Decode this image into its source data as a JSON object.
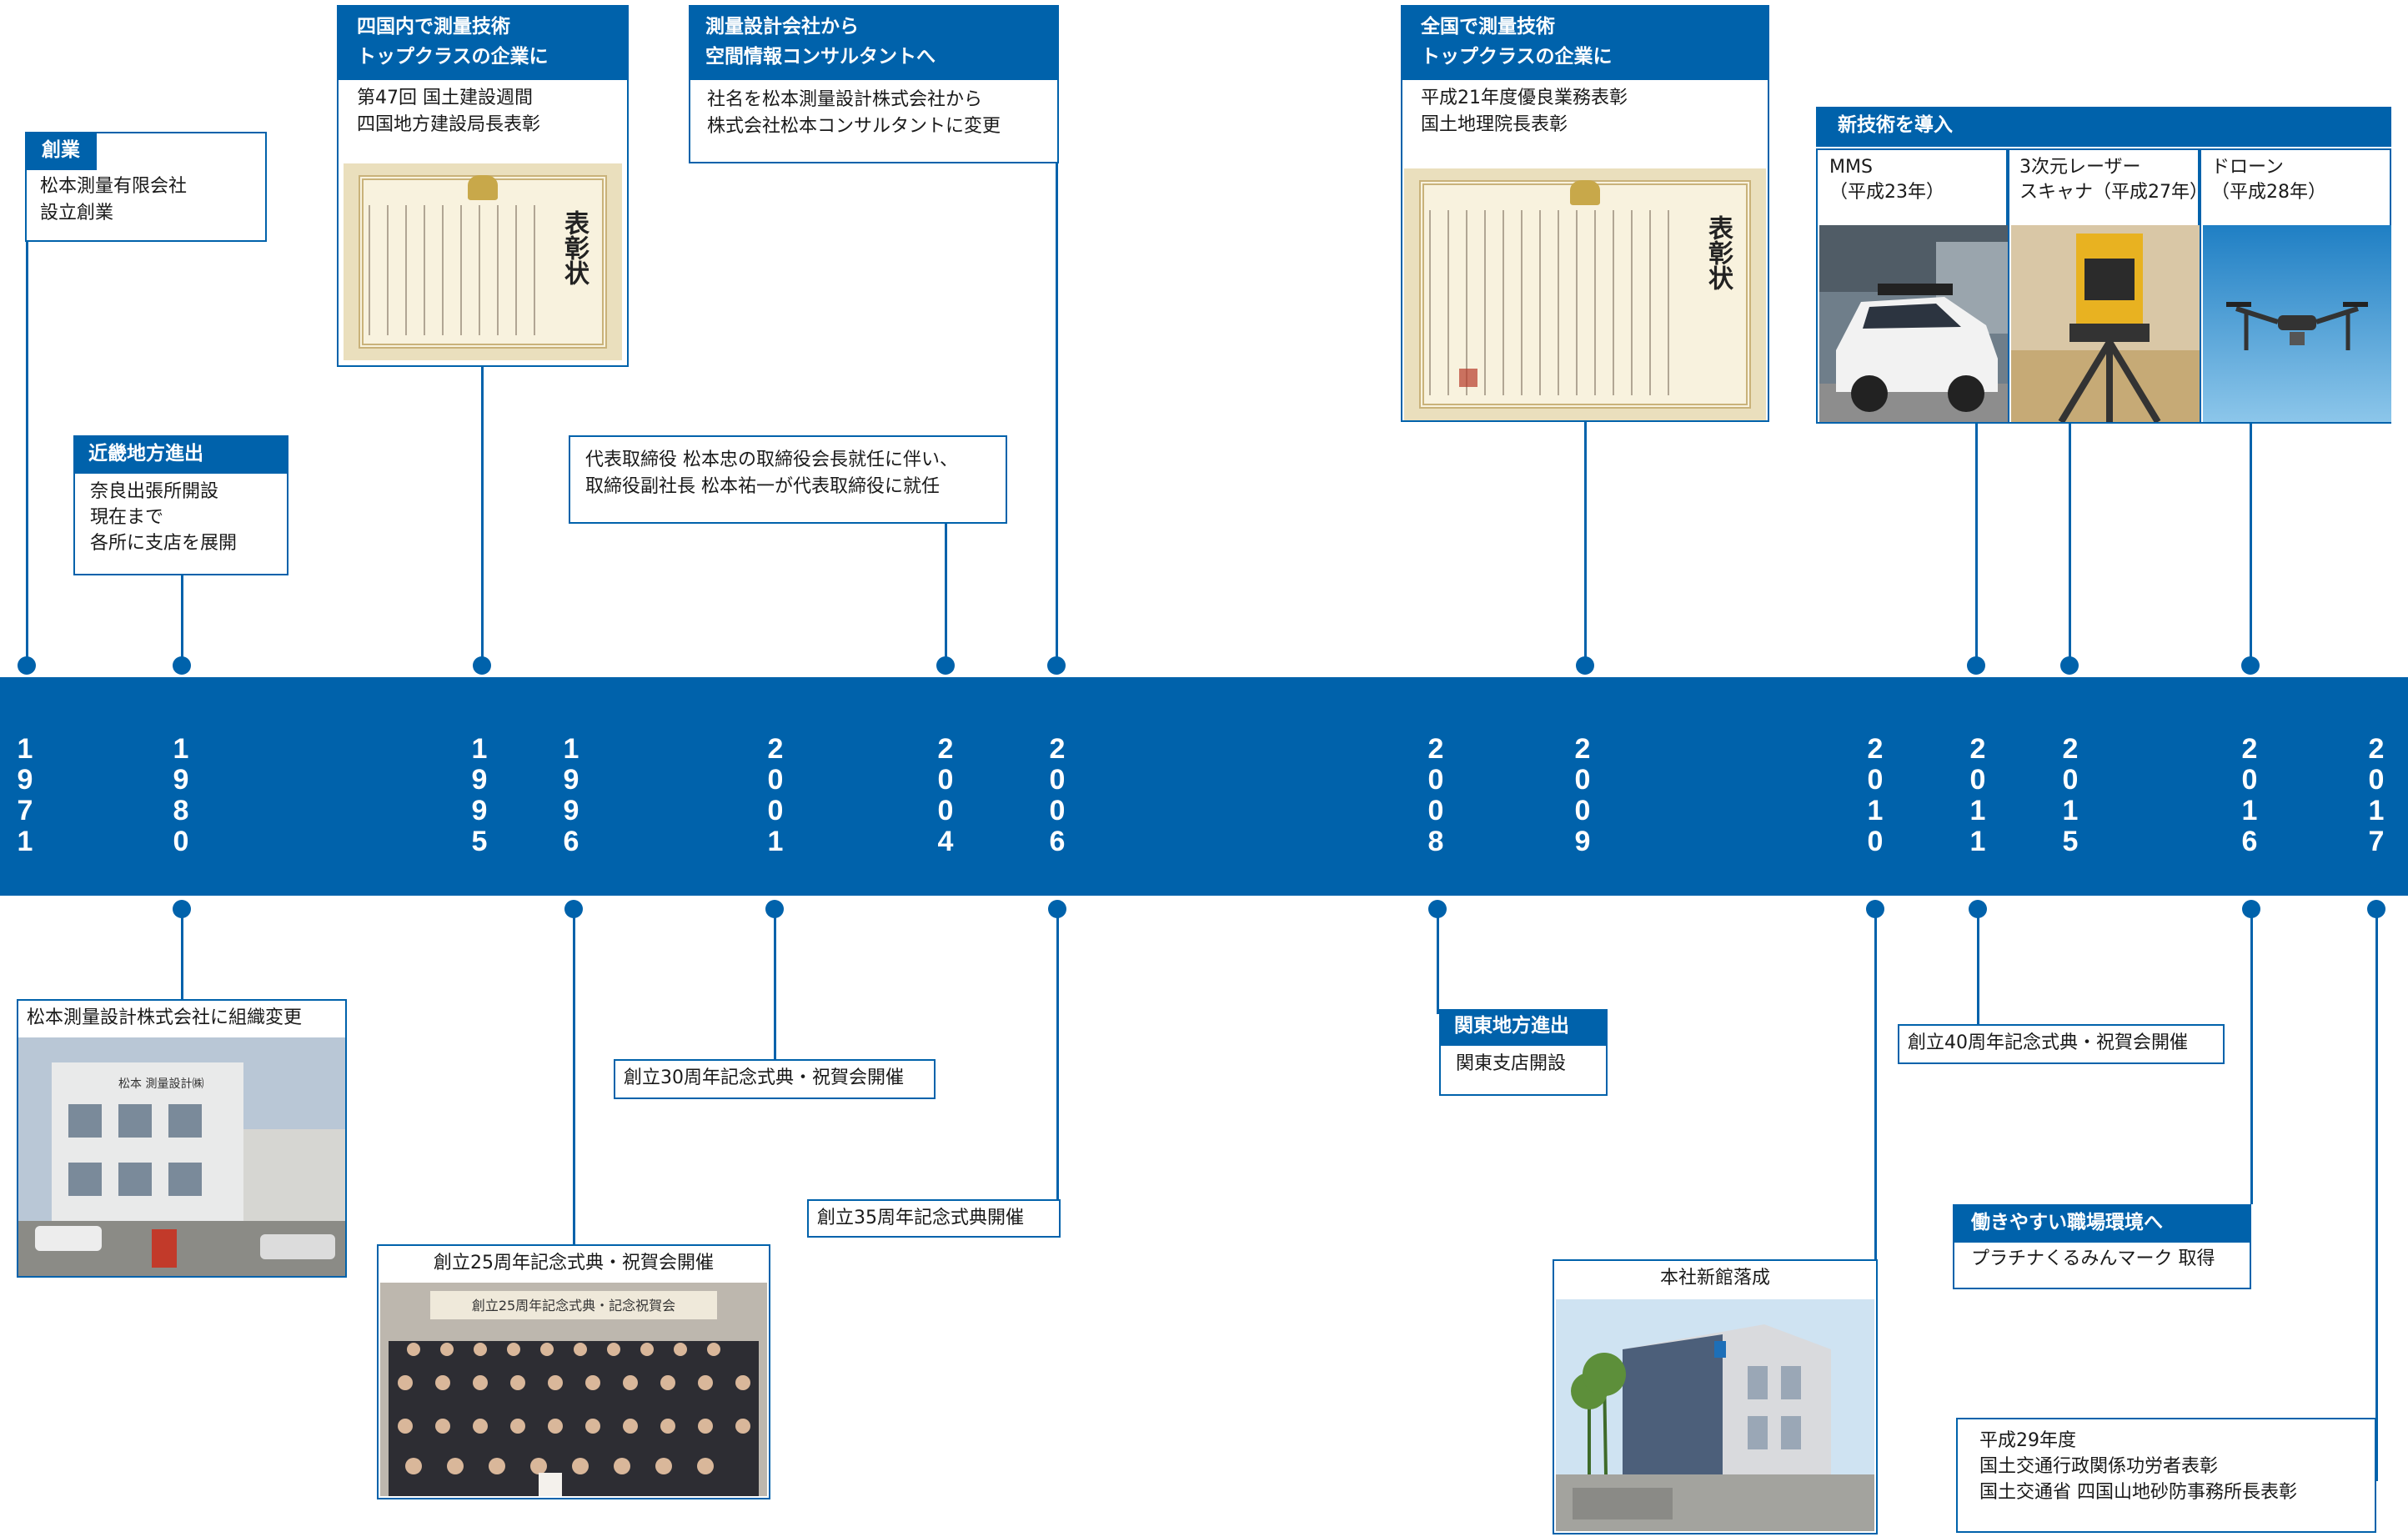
{
  "timeline": {
    "years": [
      {
        "label": "1971",
        "text": "1\n9\n7\n1"
      },
      {
        "label": "1980",
        "text": "1\n9\n8\n0"
      },
      {
        "label": "1995",
        "text": "1\n9\n9\n5"
      },
      {
        "label": "1996",
        "text": "1\n9\n9\n6"
      },
      {
        "label": "2001",
        "text": "2\n0\n0\n1"
      },
      {
        "label": "2004",
        "text": "2\n0\n0\n4"
      },
      {
        "label": "2006",
        "text": "2\n0\n0\n6"
      },
      {
        "label": "2008",
        "text": "2\n0\n0\n8"
      },
      {
        "label": "2009",
        "text": "2\n0\n0\n9"
      },
      {
        "label": "2010",
        "text": "2\n0\n1\n0"
      },
      {
        "label": "2011",
        "text": "2\n0\n1\n1"
      },
      {
        "label": "2015",
        "text": "2\n0\n1\n5"
      },
      {
        "label": "2016",
        "text": "2\n0\n1\n6"
      },
      {
        "label": "2017",
        "text": "2\n0\n1\n7"
      }
    ]
  },
  "events_above": {
    "founding": {
      "title": "創業",
      "body": "松本測量有限会社\n設立創業"
    },
    "kinki": {
      "title": "近畿地方進出",
      "body": "奈良出張所開設\n現在まで\n各所に支店を展開"
    },
    "shikoku_top": {
      "title": "四国内で測量技術\nトップクラスの企業に",
      "body": "第47回 国土建設週間\n四国地方建設局長表彰",
      "cert_title": "表彰状"
    },
    "president": {
      "body": "代表取締役 松本忠の取締役会長就任に伴い、\n取締役副社長 松本祐一が代表取締役に就任"
    },
    "rename": {
      "title": "測量設計会社から\n空間情報コンサルタントへ",
      "body": "社名を松本測量設計株式会社から\n株式会社松本コンサルタントに変更"
    },
    "national_top": {
      "title": "全国で測量技術\nトップクラスの企業に",
      "body": "平成21年度優良業務表彰\n国土地理院長表彰",
      "cert_title": "表彰状"
    },
    "new_tech": {
      "title": "新技術を導入",
      "items": [
        {
          "label": "MMS\n（平成23年）"
        },
        {
          "label": "3次元レーザー\nスキャナ（平成27年）"
        },
        {
          "label": "ドローン\n（平成28年）"
        }
      ]
    }
  },
  "events_below": {
    "reorg": {
      "caption": "松本測量設計株式会社に組織変更",
      "sign": "松本 測量設計㈱"
    },
    "anniv25": {
      "caption": "創立25周年記念式典・祝賀会開催",
      "banner": "創立25周年記念式典・記念祝賀会"
    },
    "anniv30": {
      "caption": "創立30周年記念式典・祝賀会開催"
    },
    "anniv35": {
      "caption": "創立35周年記念式典開催"
    },
    "kanto": {
      "title": "関東地方進出",
      "body": "関東支店開設"
    },
    "new_hq": {
      "caption": "本社新館落成"
    },
    "anniv40": {
      "caption": "創立40周年記念式典・祝賀会開催"
    },
    "workplace": {
      "title": "働きやすい職場環境へ",
      "body": "プラチナくるみんマーク 取得"
    },
    "award2017": {
      "body": "平成29年度\n国土交通行政関係功労者表彰\n国土交通省 四国山地砂防事務所長表彰"
    }
  },
  "colors": {
    "brand_blue": "#0062ab"
  }
}
